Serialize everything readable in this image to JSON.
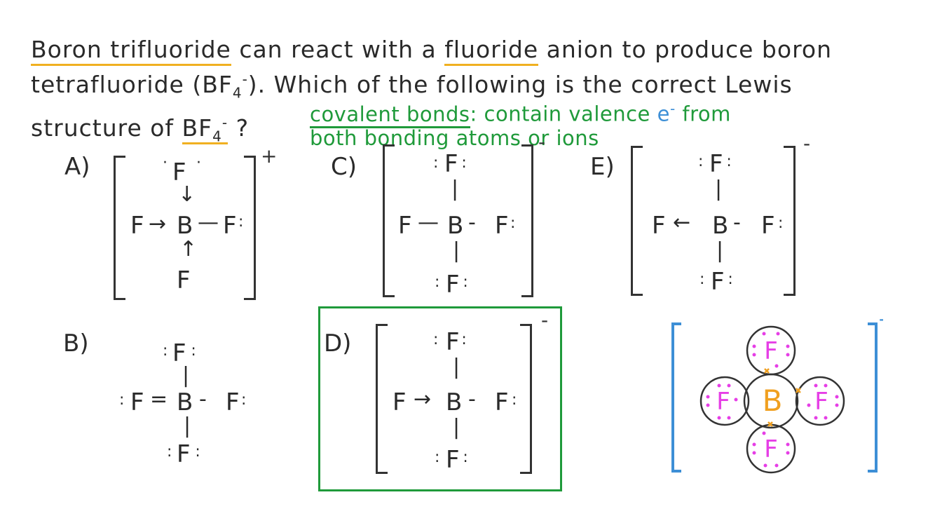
{
  "question": {
    "line1_a": "Boron trifluoride",
    "line1_b": " can react with a ",
    "line1_c": "fluoride",
    "line1_d": " anion to produce boron",
    "line2_a": "tetrafluoride (BF",
    "line2_sub": "4",
    "line2_sup": "-",
    "line2_b": "). Which of the following is the correct Lewis",
    "line3_a": "structure of ",
    "line3_b": "BF",
    "line3_sub": "4",
    "line3_sup": "-",
    "line3_c": " ?"
  },
  "note": {
    "part1": "covalent bonds",
    "part2": ": contain valence ",
    "part3": "e",
    "part3_sup": "-",
    "part4": " from",
    "line2": "both bonding atoms or ions"
  },
  "options": {
    "A": {
      "label": "A)",
      "charge": "+"
    },
    "B": {
      "label": "B)"
    },
    "C": {
      "label": "C)",
      "charge": "-"
    },
    "D": {
      "label": "D)",
      "charge": "-"
    },
    "E": {
      "label": "E)",
      "charge": "-"
    }
  },
  "atoms": {
    "F": "F",
    "B": "B"
  },
  "orbital_diagram": {
    "charge": "-",
    "center": "B",
    "outer": "F"
  },
  "colors": {
    "text": "#2a2a2a",
    "underline": "#f0b020",
    "green": "#1f9a3a",
    "blue": "#3d8fd6",
    "magenta": "#e63ee6",
    "orange": "#f0a020"
  }
}
